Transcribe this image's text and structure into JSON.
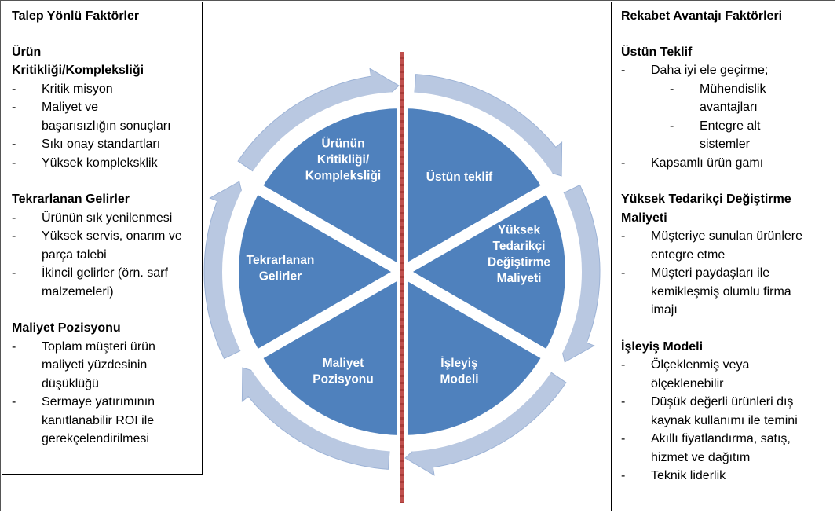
{
  "left": {
    "title": "Talep Yönlü Faktörler",
    "sections": [
      {
        "title_lines": [
          "Ürün",
          "Kritikliği/Kompleksliği"
        ],
        "items": [
          {
            "lines": [
              "Kritik misyon"
            ]
          },
          {
            "lines": [
              "Maliyet ve",
              "başarısızlığın sonuçları"
            ]
          },
          {
            "lines": [
              "Sıkı onay standartları"
            ]
          },
          {
            "lines": [
              "Yüksek kompleksklik"
            ]
          }
        ]
      },
      {
        "title_lines": [
          "Tekrarlanan Gelirler"
        ],
        "items": [
          {
            "lines": [
              "Ürünün sık yenilenmesi"
            ]
          },
          {
            "lines": [
              "Yüksek servis, onarım ve",
              "parça talebi"
            ]
          },
          {
            "lines": [
              "İkincil gelirler (örn. sarf",
              "malzemeleri)"
            ]
          }
        ]
      },
      {
        "title_lines": [
          "Maliyet Pozisyonu"
        ],
        "items": [
          {
            "lines": [
              "Toplam müşteri ürün",
              "maliyeti yüzdesinin",
              "düşüklüğü"
            ]
          },
          {
            "lines": [
              "Sermaye yatırımının",
              "kanıtlanabilir ROI ile",
              "gerekçelendirilmesi"
            ]
          }
        ]
      }
    ]
  },
  "right": {
    "title": "Rekabet Avantajı Faktörleri",
    "sections": [
      {
        "title_lines": [
          "Üstün Teklif"
        ],
        "items": [
          {
            "lines": [
              "Daha iyi ele geçirme;"
            ],
            "sub": [
              {
                "lines": [
                  "Mühendislik",
                  "avantajları"
                ]
              },
              {
                "lines": [
                  "Entegre alt",
                  "sistemler"
                ]
              }
            ]
          },
          {
            "lines": [
              "Kapsamlı ürün gamı"
            ]
          }
        ]
      },
      {
        "title_lines": [
          "Yüksek Tedarikçi  Değiştirme",
          "Maliyeti"
        ],
        "items": [
          {
            "lines": [
              "Müşteriye sunulan ürünlere",
              "entegre etme"
            ]
          },
          {
            "lines": [
              "Müşteri paydaşları ile",
              "kemikleşmiş olumlu firma",
              "imajı"
            ]
          }
        ]
      },
      {
        "title_lines": [
          "İşleyiş Modeli"
        ],
        "items": [
          {
            "lines": [
              "Ölçeklenmiş veya",
              "ölçeklenebilir"
            ]
          },
          {
            "lines": [
              "Düşük değerli ürünleri dış",
              "kaynak kullanımı ile temini"
            ]
          },
          {
            "lines": [
              "Akıllı fiyatlandırma, satış,",
              "hizmet ve dağıtım"
            ]
          },
          {
            "lines": [
              "Teknik liderlik"
            ]
          }
        ]
      }
    ]
  },
  "wheel": {
    "segments": [
      {
        "lines": [
          "Ürünün",
          "Kritikliği/",
          "Kompleksliği"
        ]
      },
      {
        "lines": [
          "Üstün teklif"
        ]
      },
      {
        "lines": [
          "Yüksek",
          "Tedarikçi",
          "Değiştirme",
          "Maliyeti"
        ]
      },
      {
        "lines": [
          "İşleyiş",
          "Modeli"
        ]
      },
      {
        "lines": [
          "Maliyet",
          "Pozisyonu"
        ]
      },
      {
        "lines": [
          "Tekrarlanan",
          "Gelirler"
        ]
      }
    ],
    "dash_char": "-",
    "colors": {
      "wedge": "#4f81bd",
      "ring": "#b9c8e1",
      "ring_edge": "#9db3d6",
      "divider": "#c0504d"
    }
  }
}
